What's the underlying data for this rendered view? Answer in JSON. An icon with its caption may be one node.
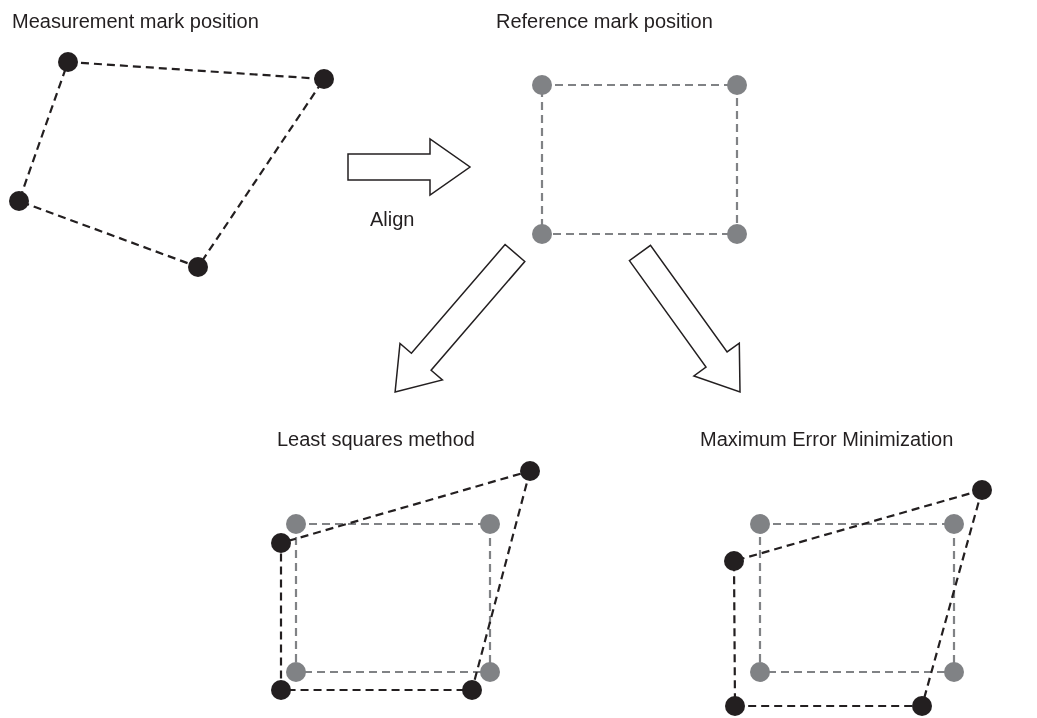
{
  "diagram": {
    "nodes": [
      {
        "text": [
          "Measurement mark position"
        ]
      },
      {
        "text": [
          "Reference mark position"
        ]
      },
      {
        "text": [
          "Least squares method"
        ]
      },
      {
        "text": [
          "Maximum Error Minimization"
        ]
      }
    ],
    "edges": [
      {
        "from": 0,
        "to": 1,
        "arrow": "to",
        "label": "Align"
      },
      {
        "from": 1,
        "to": 2,
        "arrow": "to"
      },
      {
        "from": 1,
        "to": 3,
        "arrow": "to"
      }
    ]
  }
}
